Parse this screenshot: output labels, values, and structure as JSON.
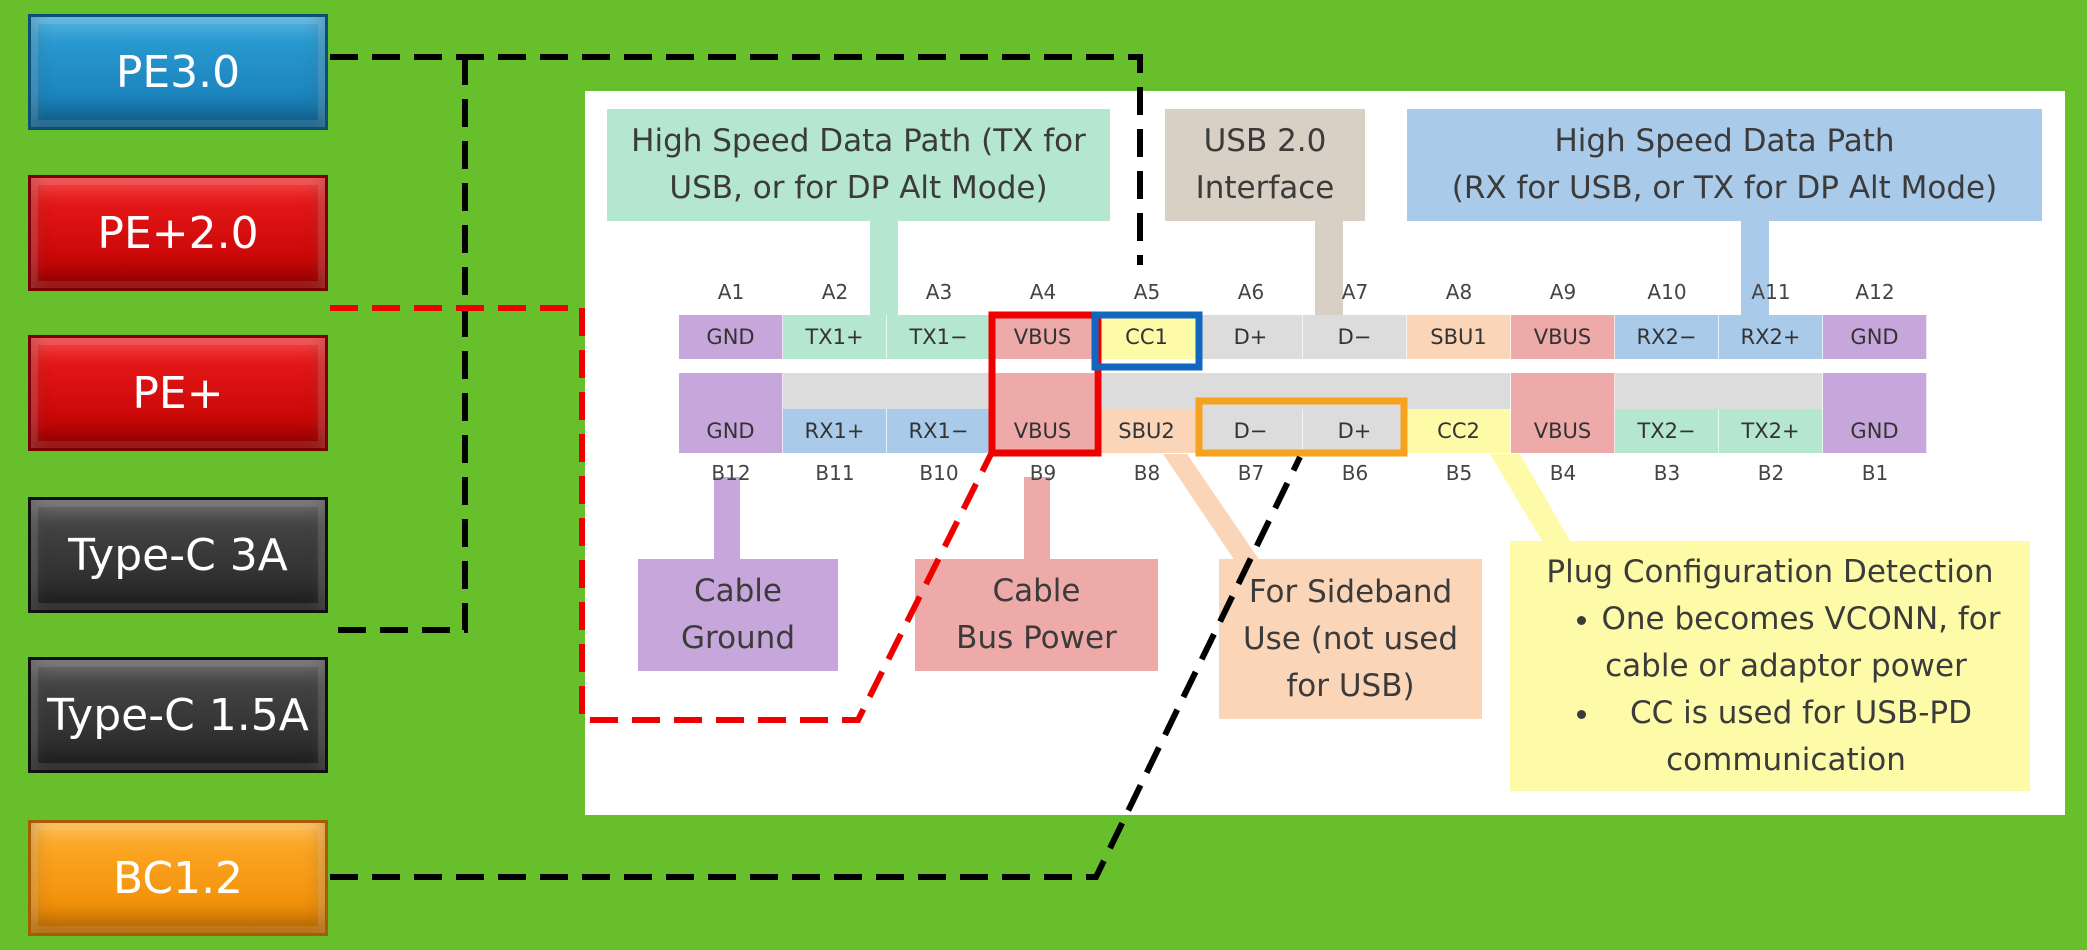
{
  "buttons": [
    {
      "label": "PE3.0"
    },
    {
      "label": "PE+2.0"
    },
    {
      "label": "PE+"
    },
    {
      "label": "Type-C 3A"
    },
    {
      "label": "Type-C 1.5A"
    },
    {
      "label": "BC1.2"
    }
  ],
  "groups": {
    "hs_tx": {
      "line1": "High Speed Data Path (TX for",
      "line2": "USB, or for DP Alt Mode)"
    },
    "usb2": {
      "line1": "USB 2.0",
      "line2": "Interface"
    },
    "hs_rx": {
      "line1": "High Speed Data Path",
      "line2": "(RX for USB, or TX for DP Alt Mode)"
    },
    "ground": {
      "line1": "Cable",
      "line2": "Ground"
    },
    "bus_power": {
      "line1": "Cable",
      "line2": "Bus Power"
    },
    "sideband": {
      "line1": "For Sideband",
      "line2": "Use (not used",
      "line3": "for USB)"
    },
    "cc": {
      "title": "Plug Configuration Detection",
      "bullet1_line1": "One becomes VCONN, for",
      "bullet1_line2": "cable or adaptor power",
      "bullet2_line1": "CC is used for USB-PD",
      "bullet2_line2": "communication"
    }
  },
  "pins": {
    "top_labels": [
      "A1",
      "A2",
      "A3",
      "A4",
      "A5",
      "A6",
      "A7",
      "A8",
      "A9",
      "A10",
      "A11",
      "A12"
    ],
    "top_signals": [
      "GND",
      "TX1+",
      "TX1−",
      "VBUS",
      "CC1",
      "D+",
      "D−",
      "SBU1",
      "VBUS",
      "RX2−",
      "RX2+",
      "GND"
    ],
    "bottom_signals": [
      "GND",
      "RX1+",
      "RX1−",
      "VBUS",
      "SBU2",
      "D−",
      "D+",
      "CC2",
      "VBUS",
      "TX2−",
      "TX2+",
      "GND"
    ],
    "bottom_labels": [
      "B12",
      "B11",
      "B10",
      "B9",
      "B8",
      "B7",
      "B6",
      "B5",
      "B4",
      "B3",
      "B2",
      "B1"
    ]
  },
  "colors": {
    "background": "#67bf2b",
    "purple": "#c7a6db",
    "green": "#b5e6cf",
    "red": "#eeaaa9",
    "yellow": "#fdfaa8",
    "grey": "#dcdcdc",
    "peach": "#fbd5b8",
    "blue": "#a9cbe9",
    "highlight_red": "#ee0000",
    "highlight_blue": "#1166c0",
    "highlight_orange": "#f6a21e"
  }
}
